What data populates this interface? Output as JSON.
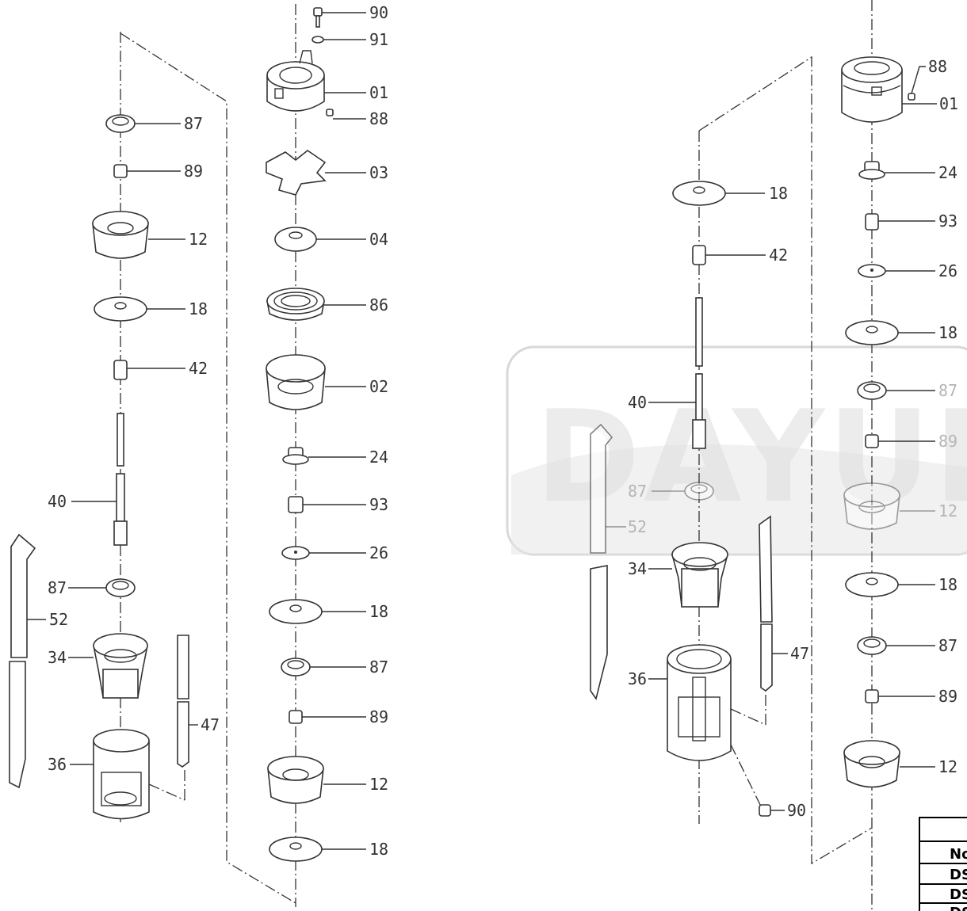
{
  "watermark": {
    "text": "DAYUP"
  },
  "left_diagram": {
    "col_a": [
      {
        "id": "87"
      },
      {
        "id": "89"
      },
      {
        "id": "12"
      },
      {
        "id": "18"
      },
      {
        "id": "42"
      },
      {
        "id": "40"
      },
      {
        "id": "87"
      },
      {
        "id": "52"
      },
      {
        "id": "34"
      },
      {
        "id": "36"
      },
      {
        "id": "47"
      }
    ],
    "col_b": [
      {
        "id": "90"
      },
      {
        "id": "91"
      },
      {
        "id": "01"
      },
      {
        "id": "88"
      },
      {
        "id": "03"
      },
      {
        "id": "04"
      },
      {
        "id": "86"
      },
      {
        "id": "02"
      },
      {
        "id": "24"
      },
      {
        "id": "93"
      },
      {
        "id": "26"
      },
      {
        "id": "18"
      },
      {
        "id": "87"
      },
      {
        "id": "89"
      },
      {
        "id": "12"
      },
      {
        "id": "18"
      }
    ]
  },
  "right_diagram": {
    "col_a": [
      {
        "id": "18"
      },
      {
        "id": "42"
      },
      {
        "id": "40"
      },
      {
        "id": "87"
      },
      {
        "id": "52"
      },
      {
        "id": "34"
      },
      {
        "id": "47"
      },
      {
        "id": "36"
      },
      {
        "id": "90"
      }
    ],
    "col_b": [
      {
        "id": "88"
      },
      {
        "id": "01"
      },
      {
        "id": "24"
      },
      {
        "id": "93"
      },
      {
        "id": "26"
      },
      {
        "id": "18"
      },
      {
        "id": "87"
      },
      {
        "id": "89"
      },
      {
        "id": "12"
      },
      {
        "id": "18"
      },
      {
        "id": "87"
      },
      {
        "id": "89"
      },
      {
        "id": "12"
      }
    ]
  },
  "table": {
    "rows": [
      "No",
      "DS",
      "DS",
      "DS"
    ]
  }
}
